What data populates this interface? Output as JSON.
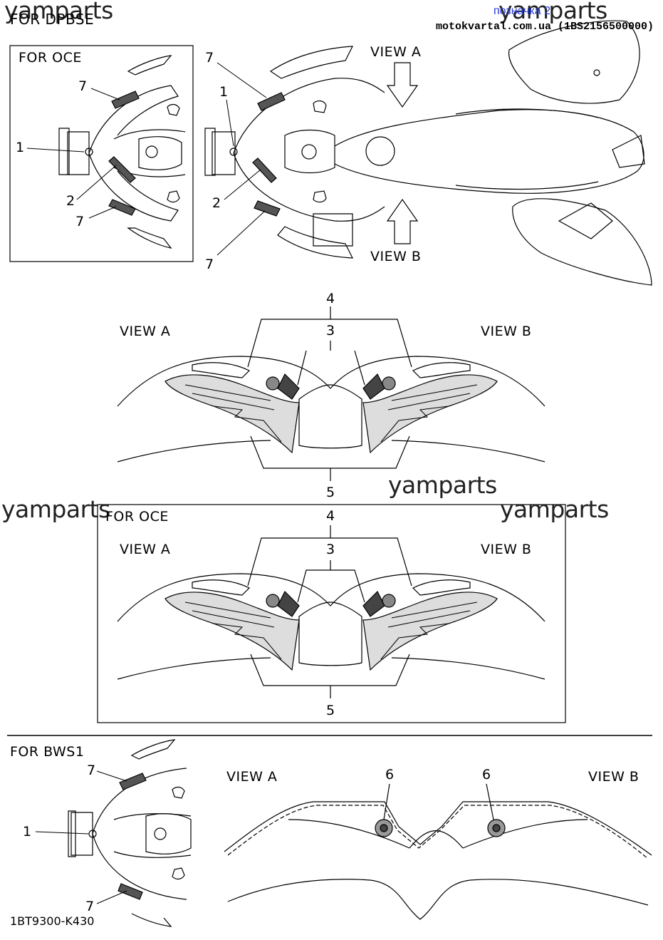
{
  "header": {
    "top_left_label": "FOR DPBSE",
    "link_text": "позначка 2",
    "site_text": "motokvartal.com.ua (1BS2156500000)"
  },
  "watermarks": [
    "yamparts",
    "yamparts",
    "yamparts",
    "yamparts",
    "yamparts"
  ],
  "sections": {
    "oce_inset_title": "FOR OCE",
    "oce_box_title": "FOR OCE",
    "bws_title": "FOR BWS1"
  },
  "views": {
    "view_a": "VIEW A",
    "view_b": "VIEW B"
  },
  "callouts": {
    "n1": "1",
    "n2": "2",
    "n3": "3",
    "n4": "4",
    "n5": "5",
    "n6": "6",
    "n7": "7"
  },
  "footer": {
    "diagram_code": "1BT9300-K430"
  },
  "colors": {
    "line": "#000000",
    "link": "#2a3fd8",
    "background": "#ffffff"
  }
}
